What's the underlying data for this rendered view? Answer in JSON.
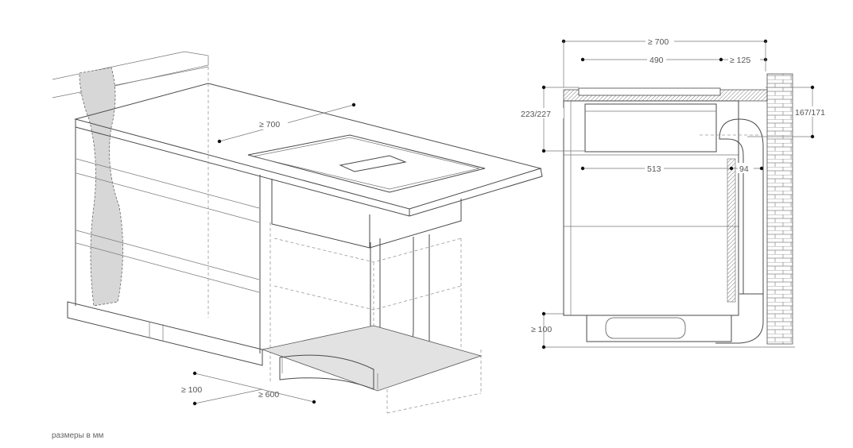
{
  "left_drawing": {
    "labels": {
      "width_min": "≥ 700",
      "plinth_min": "≥ 100",
      "depth_min": "≥ 600"
    }
  },
  "right_drawing": {
    "labels": {
      "total_width": "≥ 700",
      "hob_width": "490",
      "wall_gap": "≥ 125",
      "hob_height": "223/227",
      "side_height": "167/171",
      "inner_width": "513",
      "duct_width": "94",
      "plinth_height": "≥ 100"
    }
  },
  "caption": "размеры в мм"
}
